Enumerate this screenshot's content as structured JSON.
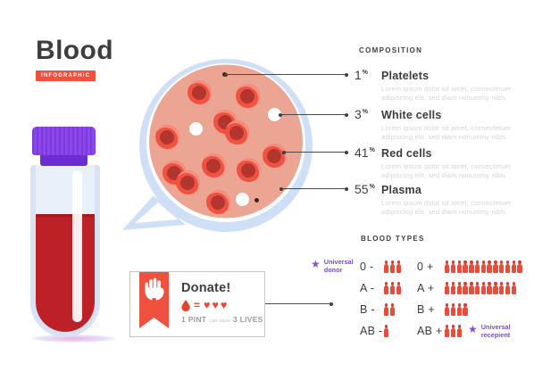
{
  "header": {
    "title": "Blood",
    "badge": "INFOGRAPHIC"
  },
  "colors": {
    "accent_red": "#f0503e",
    "purple": "#8a4fd3",
    "blood_red": "#bd2127",
    "bubble_ring": "#cfe0f6",
    "bubble_fill": "#eca493",
    "cell_red": "#f15140",
    "cell_core": "#b2362e",
    "cap_purple": "#8b47eb",
    "muted_text": "#d4d4d4",
    "dark_text": "#3d3d3d"
  },
  "composition": {
    "heading": "COMPOSITION",
    "unit": "%",
    "items": [
      {
        "pct": "1",
        "label": "Platelets",
        "desc": [
          "Lorem ipsum dolor sit amet, consectetuer",
          "adipiscing elit, sed diam nonummy nibh."
        ]
      },
      {
        "pct": "3",
        "label": "White cells",
        "desc": [
          "Lorem ipsum dolor sit amet, consectetuer",
          "adipiscing elit, sed diam nonummy nibh."
        ]
      },
      {
        "pct": "41",
        "label": "Red cells",
        "desc": [
          "Lorem ipsum dolor sit amet, consectetuer",
          "adipiscing elit, sed diam nonummy nibh."
        ]
      },
      {
        "pct": "55",
        "label": "Plasma",
        "desc": [
          "Lorem ipsum dolor sit amet, consectetuer",
          "adipiscing elit, sed diam nonummy nibh."
        ]
      }
    ]
  },
  "blood_types": {
    "heading": "BLOOD TYPES",
    "universal_donor": {
      "label": "Universal donor"
    },
    "universal_recipient": {
      "label": "Universal recepient"
    },
    "rows": [
      {
        "neg_label": "0 -",
        "neg_count": 3,
        "pos_label": "0 +",
        "pos_count": 13
      },
      {
        "neg_label": "A -",
        "neg_count": 3,
        "pos_label": "A +",
        "pos_count": 12
      },
      {
        "neg_label": "B -",
        "neg_count": 2,
        "pos_label": "B +",
        "pos_count": 4
      },
      {
        "neg_label": "AB -",
        "neg_count": 1,
        "pos_label": "AB +",
        "pos_count": 3
      }
    ]
  },
  "donate": {
    "title": "Donate!",
    "equals": "=",
    "hearts": 3,
    "pint": "1 PINT",
    "can_save": "can save",
    "lives": "3 LIVES"
  },
  "bubble": {
    "red_cells": [
      [
        223,
        103
      ],
      [
        277,
        107
      ],
      [
        252,
        136
      ],
      [
        265,
        148
      ],
      [
        187,
        153
      ],
      [
        307,
        174
      ],
      [
        239,
        185
      ],
      [
        278,
        190
      ],
      [
        195,
        193
      ],
      [
        210,
        204
      ],
      [
        244,
        226
      ]
    ],
    "white_cells": [
      [
        219,
        144
      ],
      [
        307,
        128
      ],
      [
        271,
        223
      ]
    ],
    "platelets": [
      [
        251,
        83
      ],
      [
        287,
        224
      ]
    ]
  }
}
